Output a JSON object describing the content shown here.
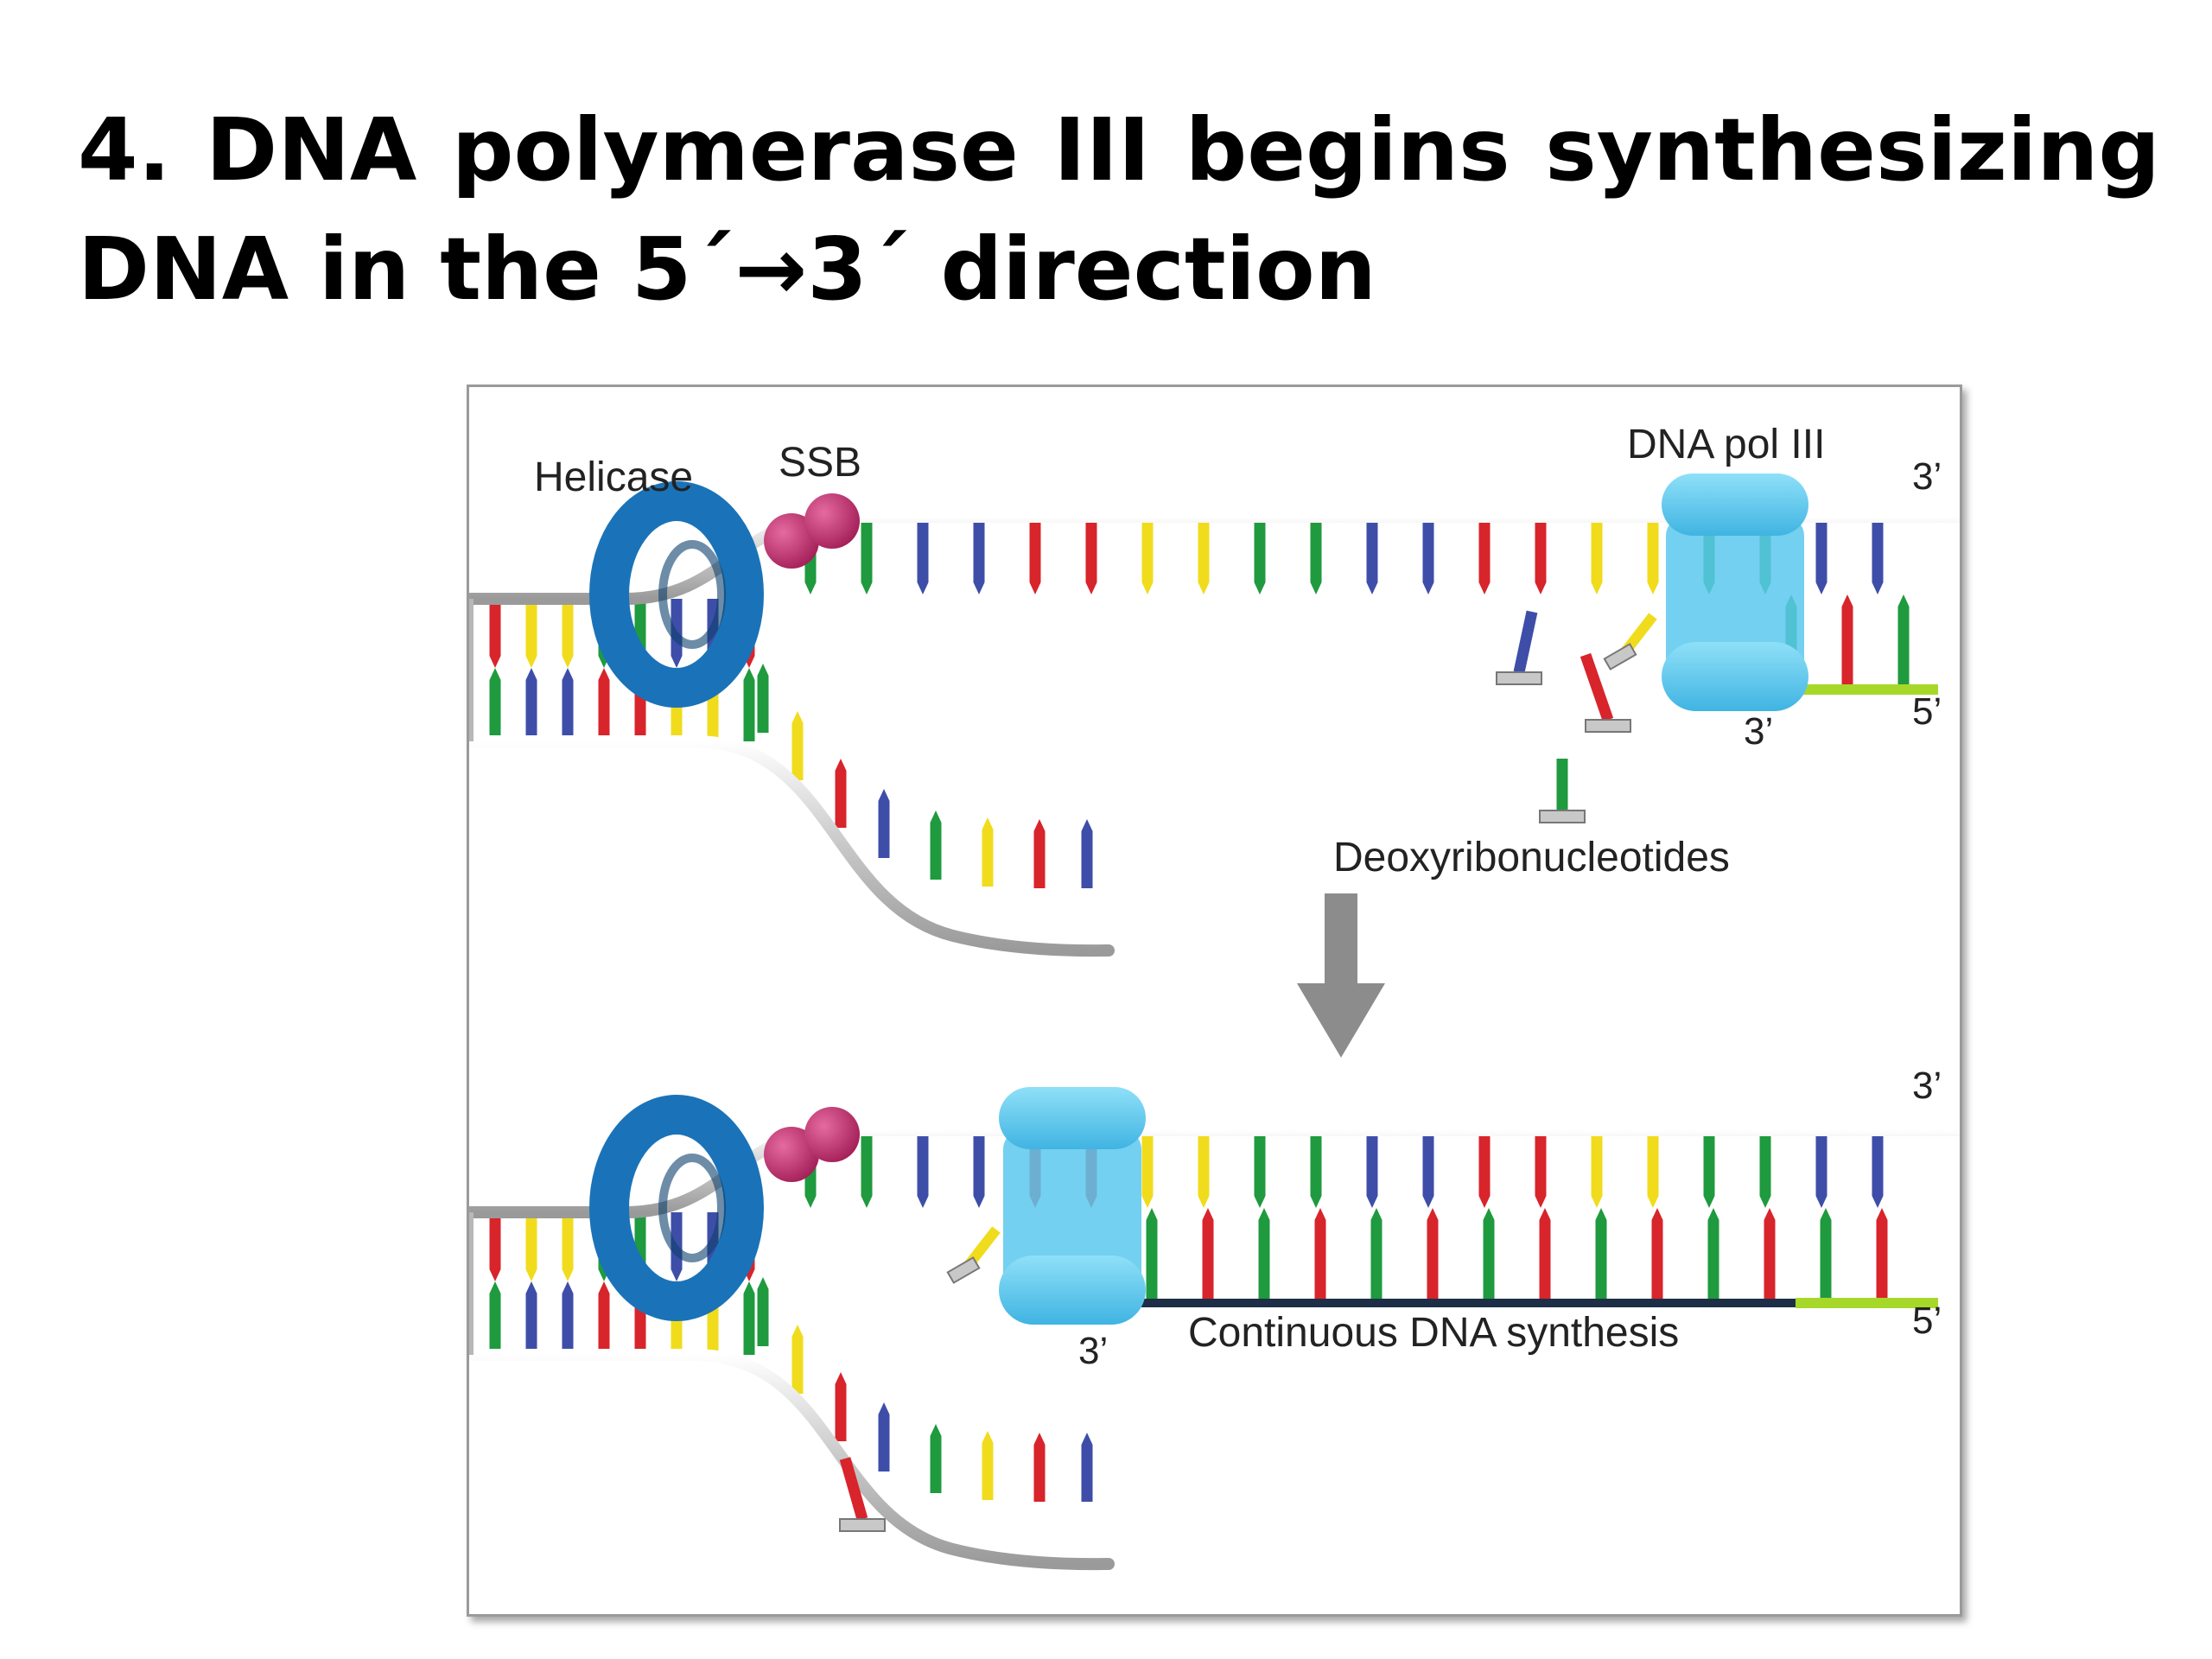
{
  "slide": {
    "title": "4. DNA polymerase III begins synthesizing DNA in the 5´→3´ direction"
  },
  "diagram": {
    "top_panel": {
      "labels": {
        "helicase": "Helicase",
        "ssb": "SSB",
        "polymerase": "DNA pol III",
        "nucleotides": "Deoxyribonucleotides"
      },
      "ends": {
        "leading_template_3": "3’",
        "new_strand_5": "5’",
        "new_strand_3": "3’"
      }
    },
    "bottom_panel": {
      "labels": {
        "synthesis": "Continuous DNA synthesis"
      },
      "ends": {
        "leading_template_3": "3’",
        "new_strand_5": "5’",
        "new_strand_3": "3’"
      }
    },
    "colors": {
      "backbone": "#c8c8c8",
      "polymerase": "#5bc8ee",
      "helicase": "#1a73b8",
      "ssb": "#c0306e",
      "primer": "#a6d82a",
      "new_strand": "#1d2f47",
      "base_red": "#d8242b",
      "base_blue": "#3e4ea8",
      "base_green": "#1f9a3f",
      "base_yellow": "#f0dc1c",
      "arrow": "#8c8c8c"
    }
  }
}
